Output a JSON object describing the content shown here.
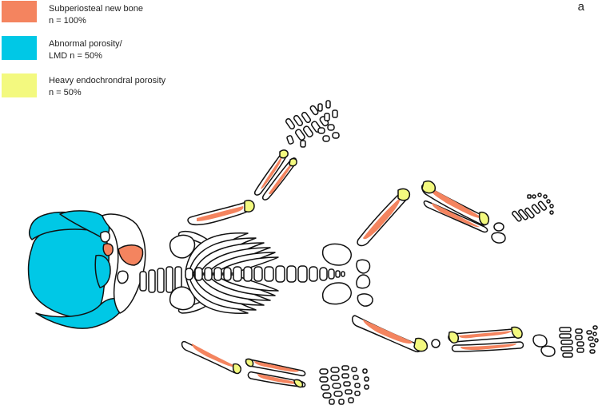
{
  "legend": {
    "items": [
      {
        "line1": "Subperiosteal new bone",
        "line2": "n = 100%",
        "color": "#f4845f"
      },
      {
        "line1": "Abnormal porosity/",
        "line2": "LMD n = 50%",
        "color": "#00c8e6"
      },
      {
        "line1": "Heavy endochrondral porosity",
        "line2": "n = 50%",
        "color": "#f3f97f"
      }
    ]
  },
  "panel_label": "a",
  "colors": {
    "outline": "#111111",
    "bone": "#ffffff"
  }
}
